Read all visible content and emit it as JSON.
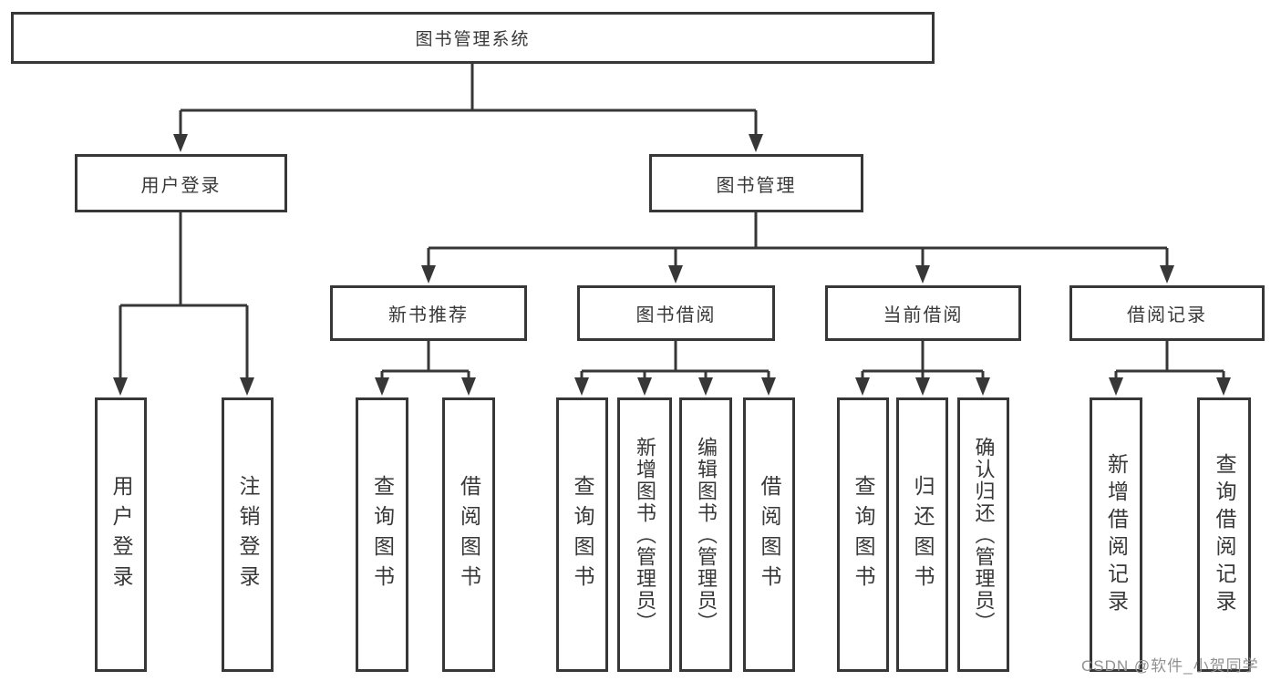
{
  "diagram": {
    "root": {
      "label": "图书管理系统",
      "children": [
        {
          "label": "用户登录",
          "children": [
            {
              "label": "用户登录"
            },
            {
              "label": "注销登录"
            }
          ]
        },
        {
          "label": "图书管理",
          "children": [
            {
              "label": "新书推荐",
              "children": [
                {
                  "label": "查询图书"
                },
                {
                  "label": "借阅图书"
                }
              ]
            },
            {
              "label": "图书借阅",
              "children": [
                {
                  "label": "查询图书"
                },
                {
                  "label": "新增图书（管理员）"
                },
                {
                  "label": "编辑图书（管理员）"
                },
                {
                  "label": "借阅图书"
                }
              ]
            },
            {
              "label": "当前借阅",
              "children": [
                {
                  "label": "查询图书"
                },
                {
                  "label": "归还图书"
                },
                {
                  "label": "确认归还（管理员）"
                }
              ]
            },
            {
              "label": "借阅记录",
              "children": [
                {
                  "label": "新增借阅记录"
                },
                {
                  "label": "查询借阅记录"
                }
              ]
            }
          ]
        }
      ]
    }
  },
  "watermark": {
    "text": "CSDN @软件_小贺同学"
  },
  "colors": {
    "line": "#373737",
    "text": "#383838",
    "watermark": "#919191"
  }
}
